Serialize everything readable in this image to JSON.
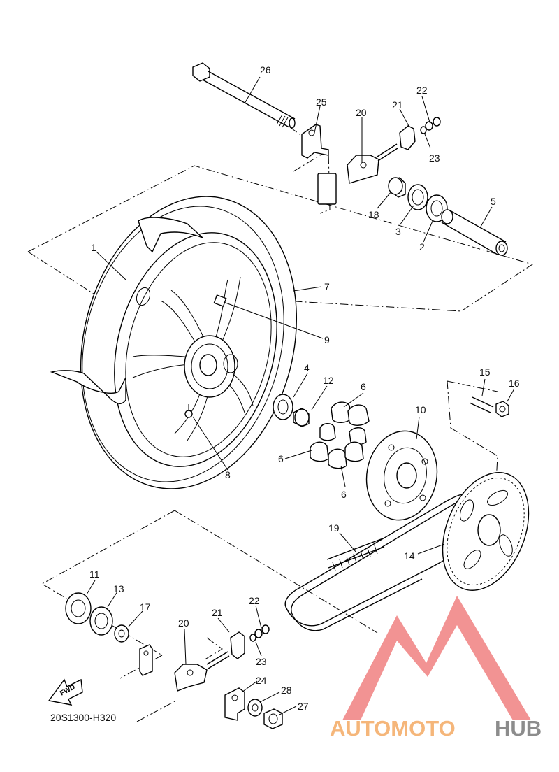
{
  "diagram": {
    "code": "20S1300-H320",
    "fwd_label": "FWD",
    "watermark": {
      "text_a": "AUTOMOTO",
      "text_b": "HUB",
      "color_a": "#f5b67a",
      "color_b": "#8c8c8c",
      "logo_color": "#f08080"
    },
    "callouts": [
      {
        "id": "26",
        "label": "26"
      },
      {
        "id": "25",
        "label": "25"
      },
      {
        "id": "20a",
        "label": "20"
      },
      {
        "id": "21a",
        "label": "21"
      },
      {
        "id": "22a",
        "label": "22"
      },
      {
        "id": "23a",
        "label": "23"
      },
      {
        "id": "18",
        "label": "18"
      },
      {
        "id": "3",
        "label": "3"
      },
      {
        "id": "2",
        "label": "2"
      },
      {
        "id": "5",
        "label": "5"
      },
      {
        "id": "1",
        "label": "1"
      },
      {
        "id": "7",
        "label": "7"
      },
      {
        "id": "9",
        "label": "9"
      },
      {
        "id": "4",
        "label": "4"
      },
      {
        "id": "12",
        "label": "12"
      },
      {
        "id": "6a",
        "label": "6"
      },
      {
        "id": "6b",
        "label": "6"
      },
      {
        "id": "6c",
        "label": "6"
      },
      {
        "id": "8",
        "label": "8"
      },
      {
        "id": "10",
        "label": "10"
      },
      {
        "id": "15",
        "label": "15"
      },
      {
        "id": "16",
        "label": "16"
      },
      {
        "id": "19",
        "label": "19"
      },
      {
        "id": "14",
        "label": "14"
      },
      {
        "id": "11",
        "label": "11"
      },
      {
        "id": "13",
        "label": "13"
      },
      {
        "id": "17",
        "label": "17"
      },
      {
        "id": "20b",
        "label": "20"
      },
      {
        "id": "21b",
        "label": "21"
      },
      {
        "id": "22b",
        "label": "22"
      },
      {
        "id": "23b",
        "label": "23"
      },
      {
        "id": "24",
        "label": "24"
      },
      {
        "id": "28",
        "label": "28"
      },
      {
        "id": "27",
        "label": "27"
      }
    ]
  }
}
